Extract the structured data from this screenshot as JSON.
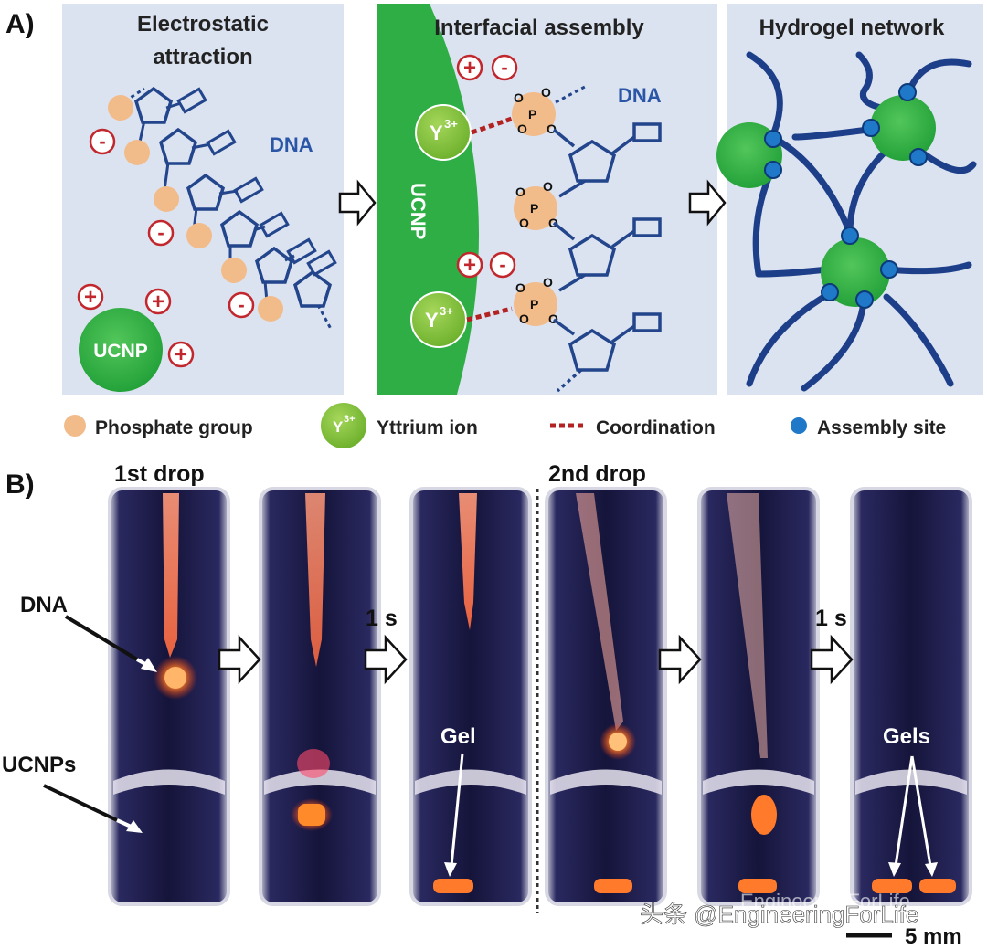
{
  "panel_a": {
    "letter": "A)",
    "titles": {
      "left_line1": "Electrostatic",
      "left_line2": "attraction",
      "middle": "Interfacial assembly",
      "right": "Hydrogel network"
    },
    "labels": {
      "dna": "DNA",
      "ucnp": "UCNP",
      "y3": "Y",
      "y3_sup": "3+",
      "phosphorus": "P",
      "oxygen": "O",
      "plus": "+",
      "minus": "-"
    },
    "legend": {
      "phosphate": "Phosphate group",
      "yttrium_symbol": "Y",
      "yttrium_sup": "3+",
      "yttrium": "Yttrium ion",
      "coordination": "Coordination",
      "assembly": "Assembly site"
    }
  },
  "panel_b": {
    "letter": "B)",
    "first_drop": "1st drop",
    "second_drop": "2nd drop",
    "dna": "DNA",
    "ucnps": "UCNPs",
    "time1": "1 s",
    "time2": "1 s",
    "gel": "Gel",
    "gels": "Gels",
    "scale": "5 mm"
  },
  "watermark": {
    "line1": "EngineeringForLife",
    "line2": "头条 @EngineeringForLife"
  },
  "colors": {
    "panel_bg": "#dce3f0",
    "dna_blue": "#22458c",
    "ucnp_green": "#3bb54a",
    "y_green": "#8cc63f",
    "phosphate": "#f2bb8a",
    "charge_red": "#c1272d",
    "dark_blue": "#1d3f8a",
    "dot_blue": "#1f78c8",
    "cuvette_dark": "#1a1940",
    "gel_orange": "#ff7a2a"
  }
}
